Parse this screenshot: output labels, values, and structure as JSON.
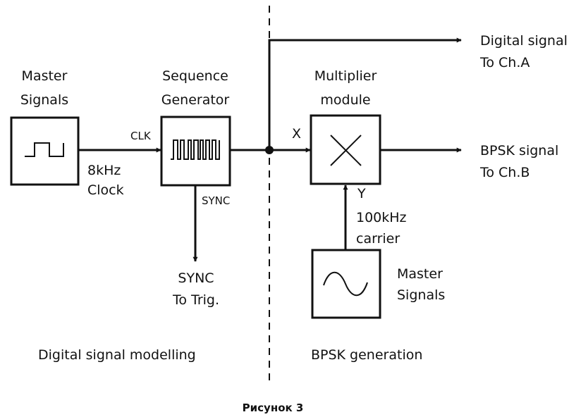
{
  "blocks": {
    "master_clock": {
      "title_line1": "Master",
      "title_line2": "Signals"
    },
    "sequence_generator": {
      "title_line1": "Sequence",
      "title_line2": "Generator"
    },
    "multiplier": {
      "title_line1": "Multiplier",
      "title_line2": "module"
    },
    "master_carrier": {
      "title_line1": "Master",
      "title_line2": "Signals"
    }
  },
  "labels": {
    "clk": "CLK",
    "clock_line1": "8kHz",
    "clock_line2": "Clock",
    "sync_pin": "SYNC",
    "sync_out_line1": "SYNC",
    "sync_out_line2": "To Trig.",
    "x_input": "X",
    "y_input": "Y",
    "carrier_line1": "100kHz",
    "carrier_line2": "carrier",
    "digital_out_line1": "Digital signal",
    "digital_out_line2": "To Ch.A",
    "bpsk_out_line1": "BPSK signal",
    "bpsk_out_line2": "To Ch.B"
  },
  "sections": {
    "left": "Digital signal modelling",
    "right": "BPSK generation"
  },
  "caption": "Рисунок 3"
}
